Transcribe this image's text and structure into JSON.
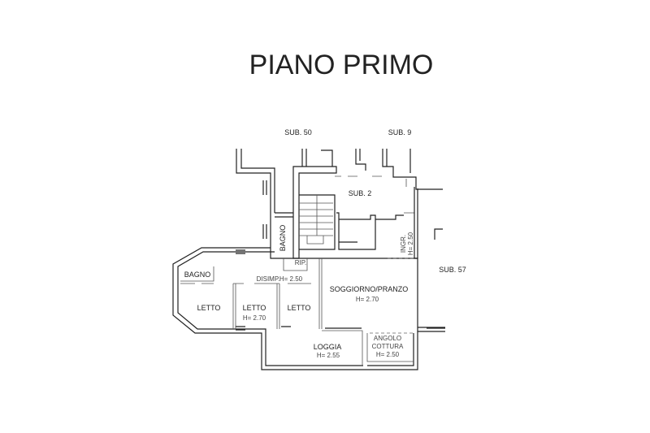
{
  "title": "PIANO PRIMO",
  "labels": {
    "sub50": "SUB. 50",
    "sub9": "SUB. 9",
    "sub2": "SUB. 2",
    "sub57": "SUB. 57",
    "bagno_vertical": "BAGNO",
    "ingr": "INGR.",
    "ingr_h": "H= 2.50",
    "rip": "RIP.",
    "bagno": "BAGNO",
    "disimp": "DISIMP.",
    "disimp_h": "H= 2.50",
    "soggiorno": "SOGGIORNO/PRANZO",
    "soggiorno_h": "H= 2.70",
    "letto1": "LETTO",
    "letto2": "LETTO",
    "letto2_h": "H= 2.70",
    "letto3": "LETTO",
    "loggia": "LOGGIA",
    "loggia_h": "H= 2.55",
    "angolo": "ANGOLO",
    "cottura": "COTTURA",
    "cottura_h": "H= 2.50"
  }
}
